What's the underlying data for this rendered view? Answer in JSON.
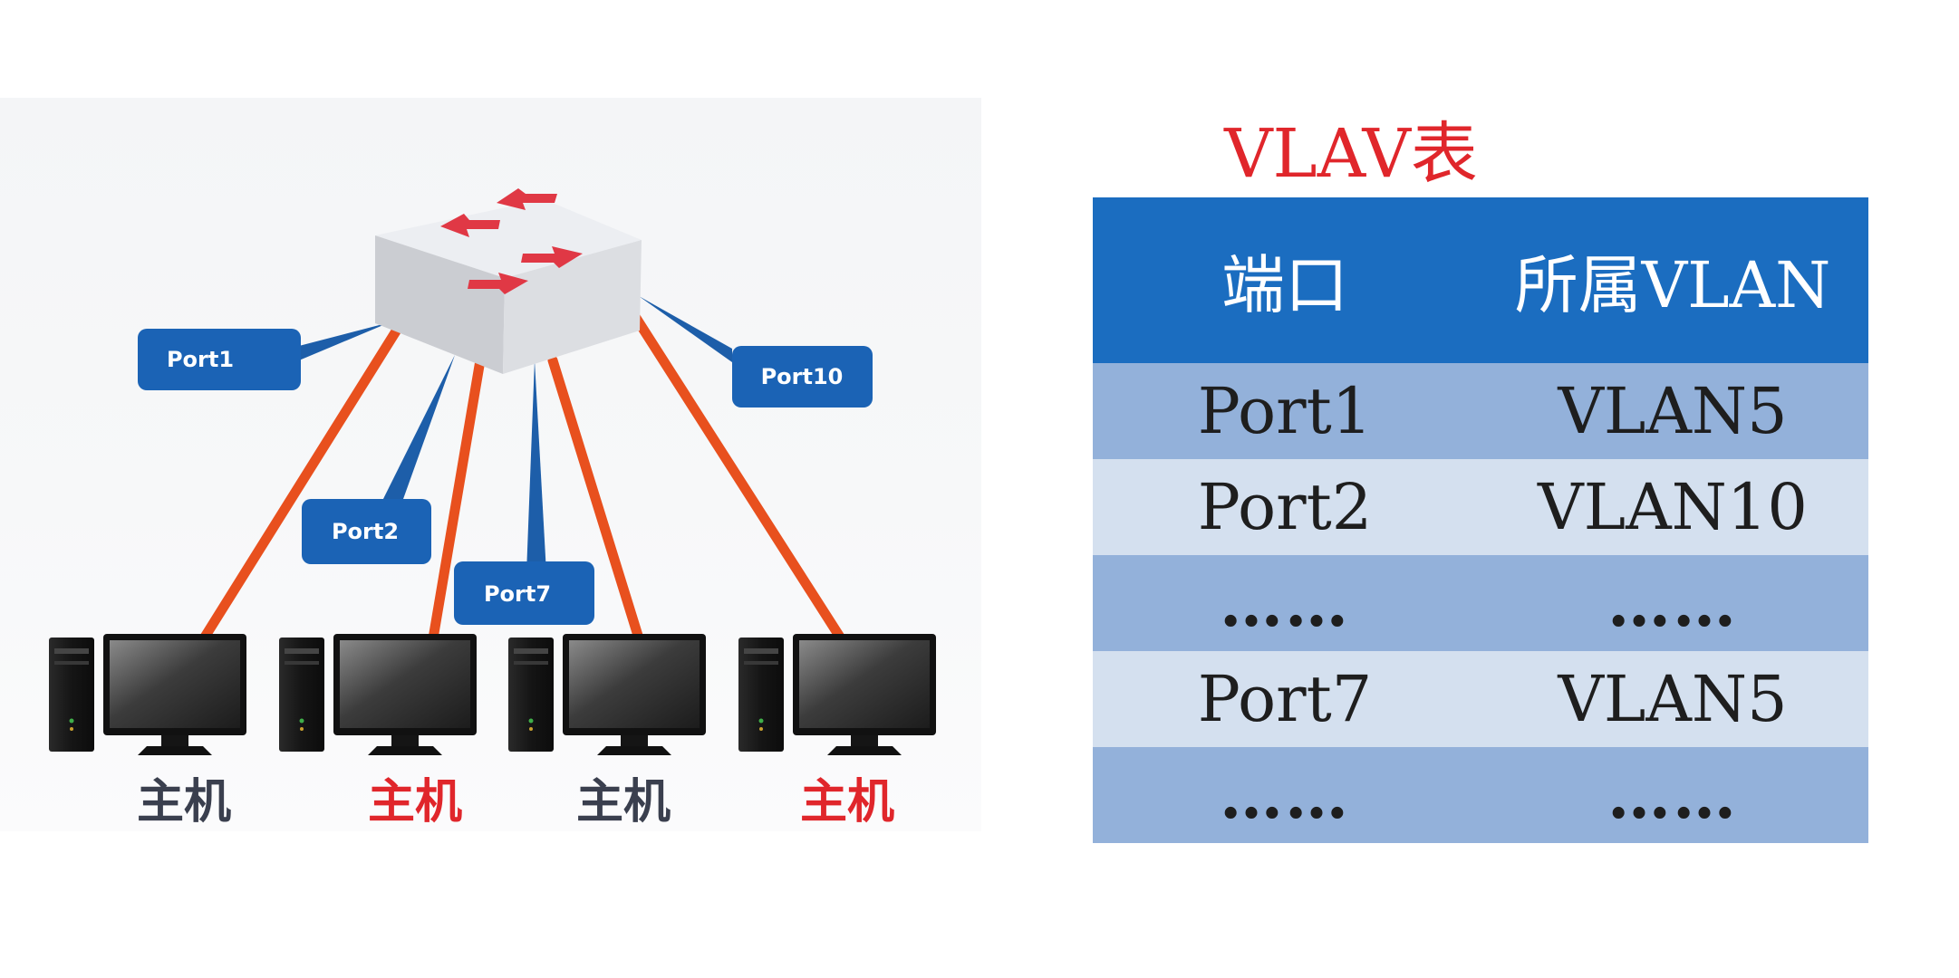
{
  "diagram": {
    "switch_icon": "switch-icon",
    "port_labels": [
      "Port1",
      "Port10",
      "Port2",
      "Port7"
    ],
    "hosts": [
      {
        "label": "主机",
        "color": "#3a3f4e"
      },
      {
        "label": "主机",
        "color": "#e0262b"
      },
      {
        "label": "主机",
        "color": "#3a3f4e"
      },
      {
        "label": "主机",
        "color": "#e0262b"
      }
    ],
    "colors": {
      "link_red": "#e8501e",
      "link_blue": "#1d5ea9",
      "label_blue": "#1b63b5",
      "arrow_red": "#e03845"
    }
  },
  "table": {
    "title": "VLAV表",
    "title_color": "#e0262b",
    "headers": [
      "端口",
      "所属VLAN"
    ],
    "rows": [
      [
        "Port1",
        "VLAN5"
      ],
      [
        "Port2",
        "VLAN10"
      ],
      [
        "……",
        "……"
      ],
      [
        "Port7",
        "VLAN5"
      ],
      [
        "……",
        "……"
      ]
    ],
    "colors": {
      "header": "#1b6dc0",
      "row_dark": "#93b1da",
      "row_light": "#d4e0ef"
    }
  }
}
